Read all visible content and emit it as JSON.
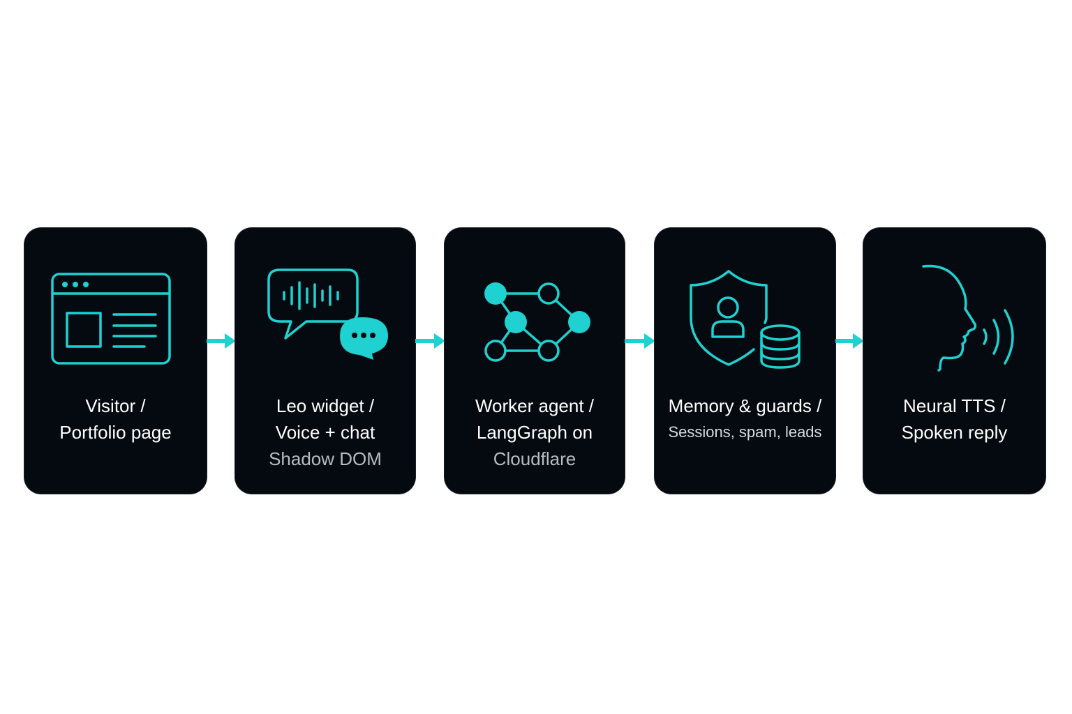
{
  "colors": {
    "accent": "#1fd1d1",
    "card_bg": "#050a10",
    "text_primary": "#ffffff",
    "text_secondary": "#b8bcc2"
  },
  "steps": [
    {
      "icon": "browser-window-icon",
      "line1": "Visitor /",
      "line2": "Portfolio page",
      "line3": ""
    },
    {
      "icon": "voice-chat-bubble-icon",
      "line1": "Leo widget /",
      "line2": "Voice + chat",
      "line3": "Shadow DOM"
    },
    {
      "icon": "graph-network-icon",
      "line1": "Worker agent /",
      "line2": "LangGraph on",
      "line3": "Cloudflare"
    },
    {
      "icon": "shield-database-icon",
      "line1": "Memory & guards /",
      "line2": "Sessions, spam, leads",
      "line3": ""
    },
    {
      "icon": "speaking-head-icon",
      "line1": "Neural TTS /",
      "line2": "Spoken reply",
      "line3": ""
    }
  ]
}
